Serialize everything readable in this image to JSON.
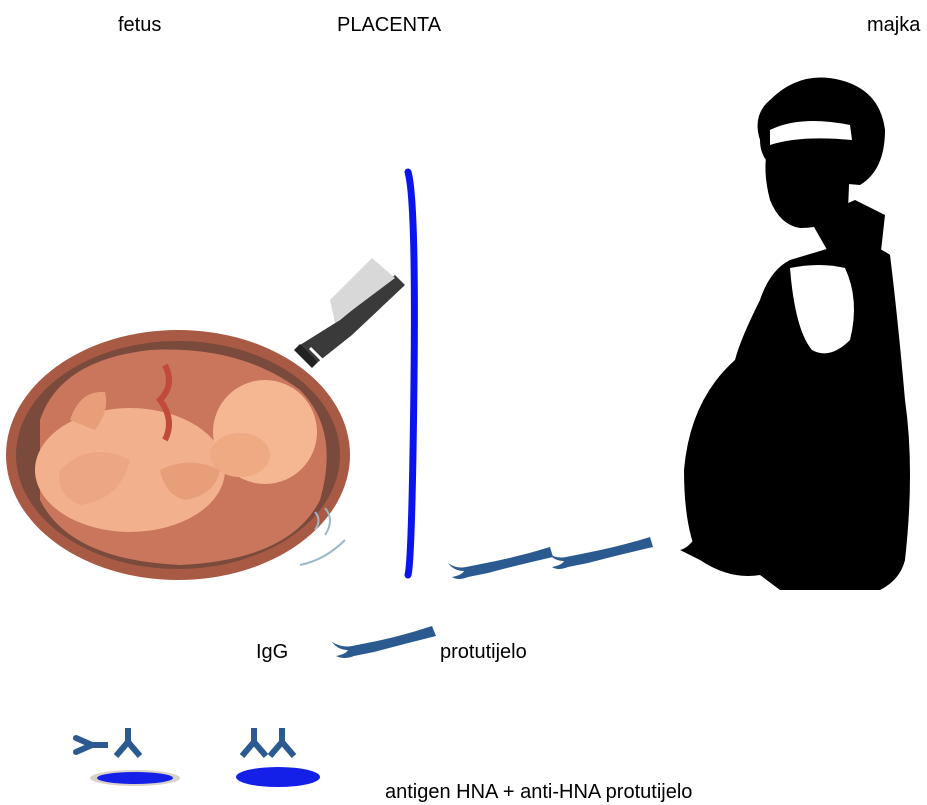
{
  "labels": {
    "fetus": "fetus",
    "placenta": "PLACENTA",
    "mother": "majka",
    "igg": "IgG",
    "antibody": "protutijelo",
    "antigen_legend": "antigen HNA + anti-HNA protutijelo"
  },
  "colors": {
    "placenta_line": "#0a14f0",
    "antibody": "#2a5a8f",
    "antigen_blue": "#1420e8",
    "silhouette": "#000000",
    "uterus": "#a85a44",
    "fetus_skin": "#f2b08c"
  },
  "icons": [
    "fetus-ultrasound-illustration",
    "pregnant-woman-silhouette",
    "igg-antibody-icon",
    "antigen-icon"
  ]
}
